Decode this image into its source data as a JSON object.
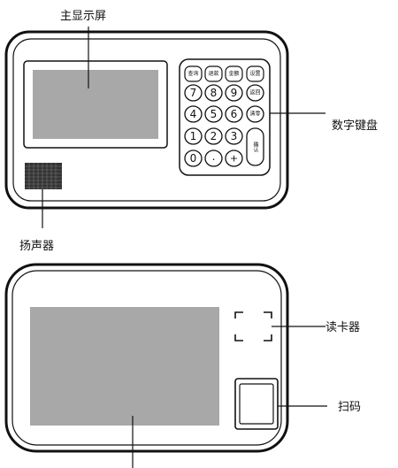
{
  "labels": {
    "main_display": "主显示屏",
    "keypad": "数字键盘",
    "speaker": "扬声器",
    "card_reader": "读卡器",
    "scanner": "扫码"
  },
  "keypad": {
    "function_keys": [
      "查询",
      "退款",
      "金额",
      "设置"
    ],
    "rows": [
      {
        "digits": [
          "7",
          "8",
          "9"
        ],
        "side": "返回"
      },
      {
        "digits": [
          "4",
          "5",
          "6"
        ],
        "side": "清零"
      },
      {
        "digits": [
          "1",
          "2",
          "3"
        ],
        "side": "确认"
      },
      {
        "digits": [
          "0",
          ".",
          "+"
        ],
        "side": ""
      }
    ]
  }
}
